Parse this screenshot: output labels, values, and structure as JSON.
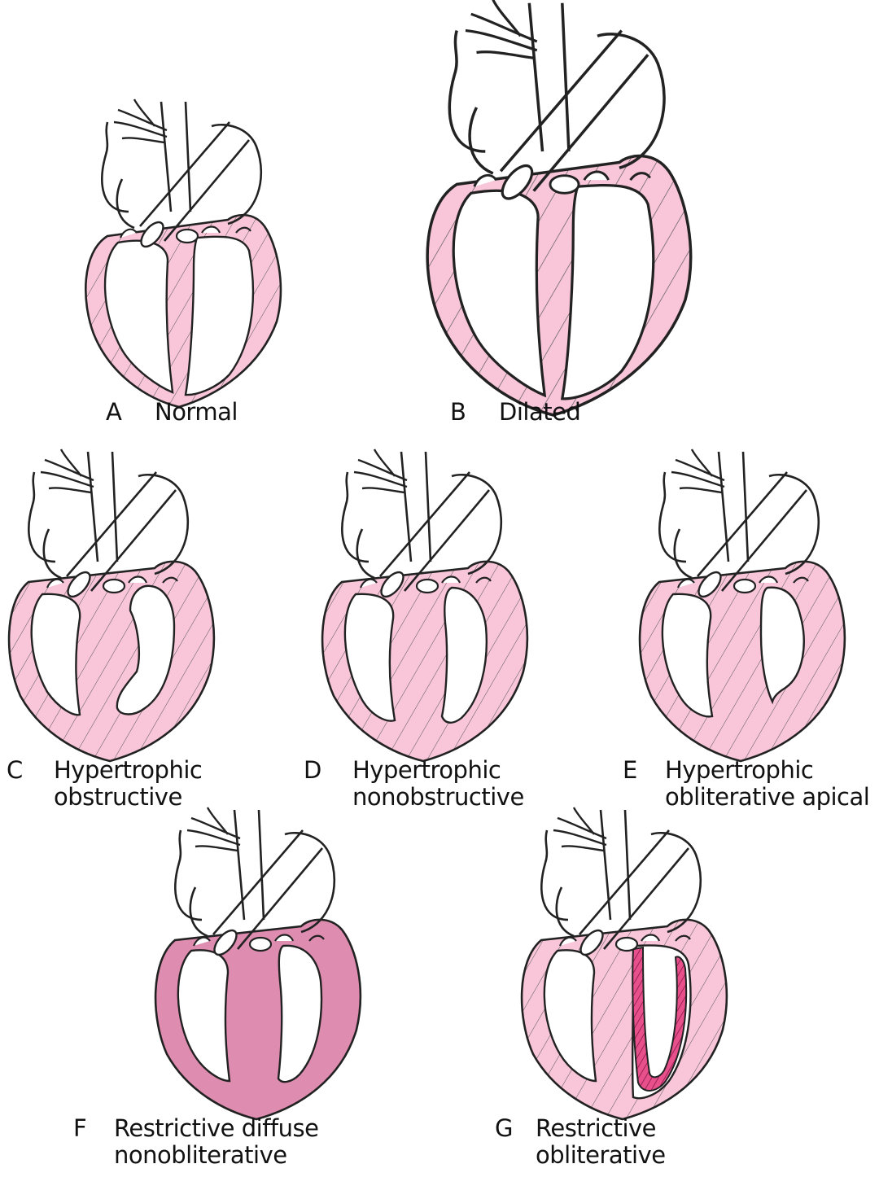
{
  "colors": {
    "myocardium": "#f8c6d8",
    "thick_myocardium": "#de8caf",
    "fibrosis": "#e8508c",
    "outline": "#222222",
    "hatch": "#555555"
  },
  "panels": [
    {
      "id": "A",
      "letter": "A",
      "line1": "Normal",
      "line2": "",
      "style": "normal"
    },
    {
      "id": "B",
      "letter": "B",
      "line1": "Dilated",
      "line2": "",
      "style": "dilated"
    },
    {
      "id": "C",
      "letter": "C",
      "line1": "Hypertrophic",
      "line2": "obstructive",
      "style": "hcm-obstructive"
    },
    {
      "id": "D",
      "letter": "D",
      "line1": "Hypertrophic",
      "line2": "nonobstructive",
      "style": "hcm-nonobstructive"
    },
    {
      "id": "E",
      "letter": "E",
      "line1": "Hypertrophic",
      "line2": "obliterative apical",
      "style": "hcm-apical"
    },
    {
      "id": "F",
      "letter": "F",
      "line1": "Restrictive diffuse",
      "line2": "nonobliterative",
      "style": "restrictive-diffuse"
    },
    {
      "id": "G",
      "letter": "G",
      "line1": "Restrictive",
      "line2": "obliterative",
      "style": "restrictive-obliterative"
    }
  ]
}
